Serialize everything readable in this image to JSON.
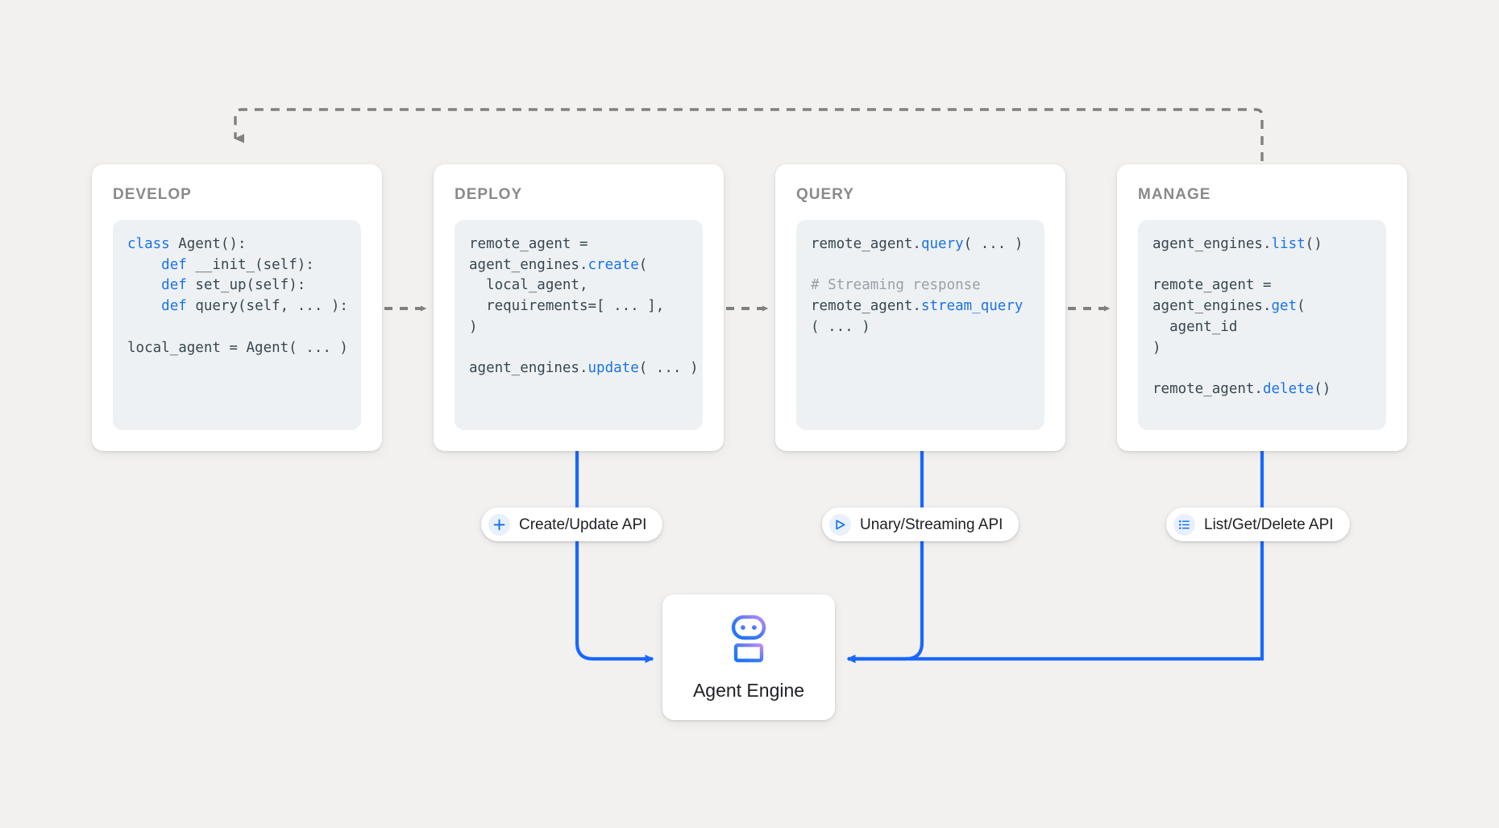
{
  "canvas": {
    "background": "#f2f1ef",
    "accent_blue": "#1a73e8",
    "wire_blue": "#1967ff",
    "dashed_gray": "#808080",
    "code_bg": "#eef1f4",
    "title_gray": "#8a8a8a"
  },
  "stages": [
    {
      "id": "develop",
      "title": "DEVELOP",
      "code_lines": [
        [
          {
            "t": "class ",
            "c": "kw"
          },
          {
            "t": "Agent():",
            "c": ""
          }
        ],
        [
          {
            "t": "    ",
            "c": ""
          },
          {
            "t": "def ",
            "c": "kw"
          },
          {
            "t": "__init_(self):",
            "c": ""
          }
        ],
        [
          {
            "t": "    ",
            "c": ""
          },
          {
            "t": "def ",
            "c": "kw"
          },
          {
            "t": "set_up(self):",
            "c": ""
          }
        ],
        [
          {
            "t": "    ",
            "c": ""
          },
          {
            "t": "def ",
            "c": "kw"
          },
          {
            "t": "query(self, ... ):",
            "c": ""
          }
        ],
        [
          {
            "t": "",
            "c": ""
          }
        ],
        [
          {
            "t": "local_agent = Agent( ... )",
            "c": ""
          }
        ]
      ]
    },
    {
      "id": "deploy",
      "title": "DEPLOY",
      "code_lines": [
        [
          {
            "t": "remote_agent =",
            "c": ""
          }
        ],
        [
          {
            "t": "agent_engines.",
            "c": ""
          },
          {
            "t": "create",
            "c": "fn"
          },
          {
            "t": "(",
            "c": ""
          }
        ],
        [
          {
            "t": "  local_agent,",
            "c": ""
          }
        ],
        [
          {
            "t": "  requirements=[ ... ],",
            "c": ""
          }
        ],
        [
          {
            "t": ")",
            "c": ""
          }
        ],
        [
          {
            "t": "",
            "c": ""
          }
        ],
        [
          {
            "t": "agent_engines.",
            "c": ""
          },
          {
            "t": "update",
            "c": "fn"
          },
          {
            "t": "( ... )",
            "c": ""
          }
        ]
      ]
    },
    {
      "id": "query",
      "title": "QUERY",
      "code_lines": [
        [
          {
            "t": "remote_agent.",
            "c": ""
          },
          {
            "t": "query",
            "c": "fn"
          },
          {
            "t": "( ... )",
            "c": ""
          }
        ],
        [
          {
            "t": "",
            "c": ""
          }
        ],
        [
          {
            "t": "# Streaming response",
            "c": "cm"
          }
        ],
        [
          {
            "t": "remote_agent.",
            "c": ""
          },
          {
            "t": "stream_query",
            "c": "fn"
          }
        ],
        [
          {
            "t": "( ... )",
            "c": ""
          }
        ]
      ]
    },
    {
      "id": "manage",
      "title": "MANAGE",
      "code_lines": [
        [
          {
            "t": "agent_engines.",
            "c": ""
          },
          {
            "t": "list",
            "c": "fn"
          },
          {
            "t": "()",
            "c": ""
          }
        ],
        [
          {
            "t": "",
            "c": ""
          }
        ],
        [
          {
            "t": "remote_agent =",
            "c": ""
          }
        ],
        [
          {
            "t": "agent_engines.",
            "c": ""
          },
          {
            "t": "get",
            "c": "fn"
          },
          {
            "t": "(",
            "c": ""
          }
        ],
        [
          {
            "t": "  agent_id",
            "c": ""
          }
        ],
        [
          {
            "t": ")",
            "c": ""
          }
        ],
        [
          {
            "t": "",
            "c": ""
          }
        ],
        [
          {
            "t": "remote_agent.",
            "c": ""
          },
          {
            "t": "delete",
            "c": "fn"
          },
          {
            "t": "()",
            "c": ""
          }
        ]
      ]
    }
  ],
  "api_pills": [
    {
      "id": "create-update",
      "label": "Create/Update API",
      "icon": "plus-icon"
    },
    {
      "id": "unary-streaming",
      "label": "Unary/Streaming API",
      "icon": "send-triangle-icon"
    },
    {
      "id": "list-get-delete",
      "label": "List/Get/Delete API",
      "icon": "list-icon"
    }
  ],
  "agent_engine": {
    "label": "Agent Engine",
    "icon": "robot-icon",
    "icon_gradient_from": "#1a73e8",
    "icon_gradient_to": "#b388f5"
  },
  "flow": {
    "forward_arrows": 3,
    "feedback_label": "",
    "feedback_from": "manage",
    "feedback_to": "develop",
    "feedback_style": "dashed"
  }
}
